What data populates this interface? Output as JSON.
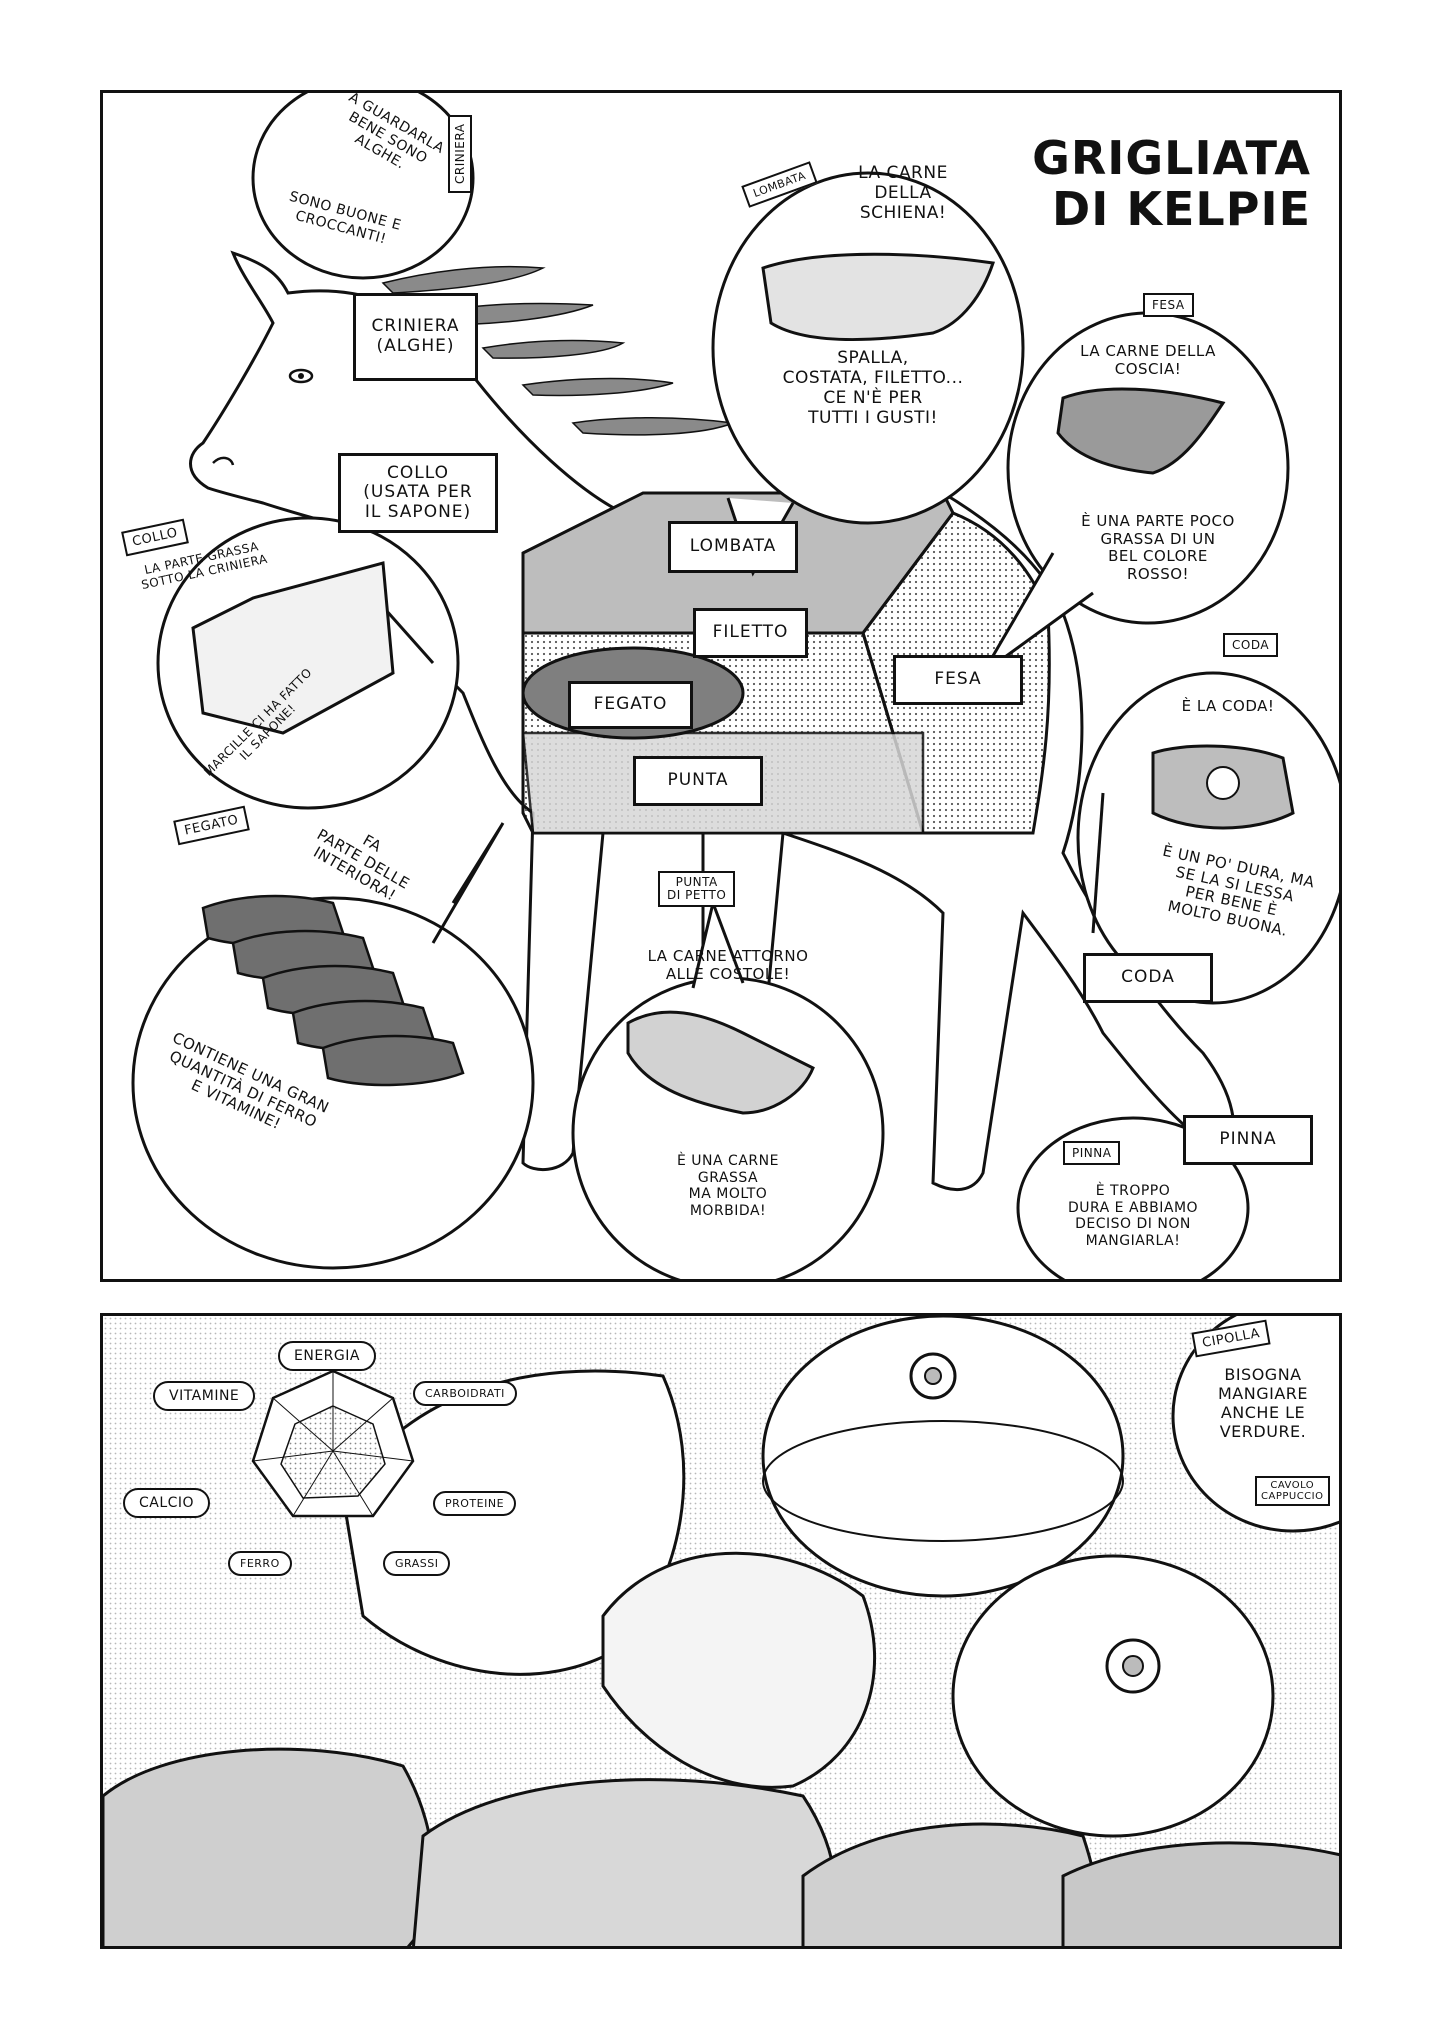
{
  "title": {
    "line1": "GRIGLIATA",
    "line2": "DI KELPIE"
  },
  "labels": {
    "criniera": "CRINIERA\n(ALGHE)",
    "collo": "COLLO\n(USATA PER\nIL SAPONE)",
    "lombata": "LOMBATA",
    "filetto": "FILETTO",
    "fegato": "FEGATO",
    "punta": "PUNTA",
    "fesa": "FESA",
    "coda": "CODA",
    "pinna": "PINNA"
  },
  "bubbles": {
    "criniera": {
      "tag": "CRINIERA",
      "text1": "A GUARDARLA\nBENE SONO\nALGHE.",
      "text2": "SONO BUONE E\nCROCCANTI!"
    },
    "lombata": {
      "tag": "LOMBATA",
      "text1": "LA CARNE\nDELLA\nSCHIENA!",
      "text2": "SPALLA,\nCOSTATA, FILETTO...\nCE N'È PER\nTUTTI I GUSTI!"
    },
    "fesa": {
      "tag": "FESA",
      "text1": "LA CARNE DELLA\nCOSCIA!",
      "text2": "È UNA PARTE POCO\nGRASSA DI UN\nBEL COLORE\nROSSO!"
    },
    "collo": {
      "tag": "COLLO",
      "text1": "LA PARTE GRASSA\nSOTTO LA CRINIERA",
      "text2": "MARCILLE CI HA FATTO\nIL SAPONE!"
    },
    "coda": {
      "tag": "CODA",
      "text1": "È LA CODA!",
      "text2": "È UN PO' DURA, MA\nSE LA SI LESSA\nPER BENE È\nMOLTO BUONA."
    },
    "fegato": {
      "tag": "FEGATO",
      "text1": "FA\nPARTE DELLE\nINTERIORA!",
      "text2": "CONTIENE UNA GRAN\nQUANTITÀ DI FERRO\nE VITAMINE!"
    },
    "punta": {
      "tag": "PUNTA\nDI PETTO",
      "text1": "LA CARNE ATTORNO\nALLE COSTOLE!",
      "text2": "È UNA CARNE\nGRASSA\nMA MOLTO\nMORBIDA!"
    },
    "pinna": {
      "tag": "PINNA",
      "text1": "È TROPPO\nDURA E ABBIAMO\nDECISO DI NON\nMANGIARLA!"
    }
  },
  "nutrition": {
    "energia": "ENERGIA",
    "carboidrati": "CARBOIDRATI",
    "proteine": "PROTEINE",
    "grassi": "GRASSI",
    "ferro": "FERRO",
    "calcio": "CALCIO",
    "vitamine": "VITAMINE"
  },
  "cipolla": {
    "tag": "CIPOLLA",
    "text": "BISOGNA\nMANGIARE\nANCHE LE\nVERDURE.",
    "cavolo": "CAVOLO\nCAPPUCCIO"
  }
}
